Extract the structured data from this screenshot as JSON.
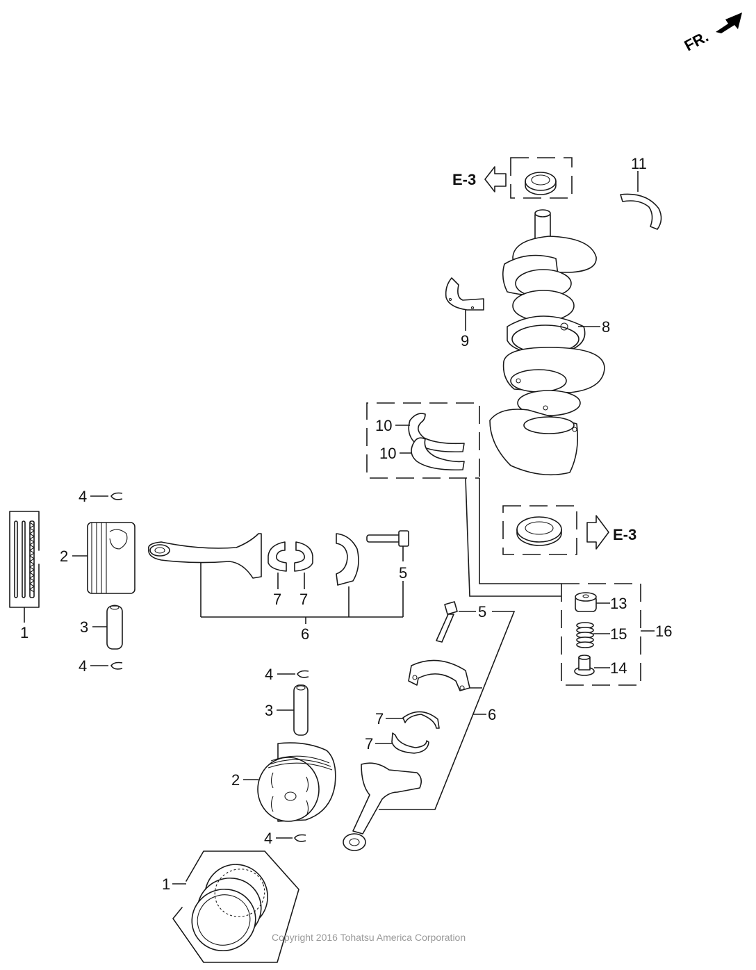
{
  "orientation": {
    "label": "FR.",
    "icon": "arrow-up-right-icon"
  },
  "references": [
    {
      "id": "ref-top",
      "label": "E-3",
      "icon": "arrow-left-outline-icon"
    },
    {
      "id": "ref-mid",
      "label": "E-3",
      "icon": "arrow-right-outline-icon"
    }
  ],
  "callouts": {
    "piston_rings": "1",
    "piston": "2",
    "piston_pin": "3",
    "clip": "4",
    "bolt": "5",
    "connecting_rod": "6",
    "rod_bearing": "7",
    "crankshaft": "8",
    "main_bearing_9": "9",
    "thrust_bearing": "10",
    "main_bearing_11": "11",
    "valve_13": "13",
    "valve_14": "14",
    "spring_15": "15",
    "relief_valve_assy": "16"
  },
  "copyright": "Copyright 2016 Tohatsu America Corporation"
}
